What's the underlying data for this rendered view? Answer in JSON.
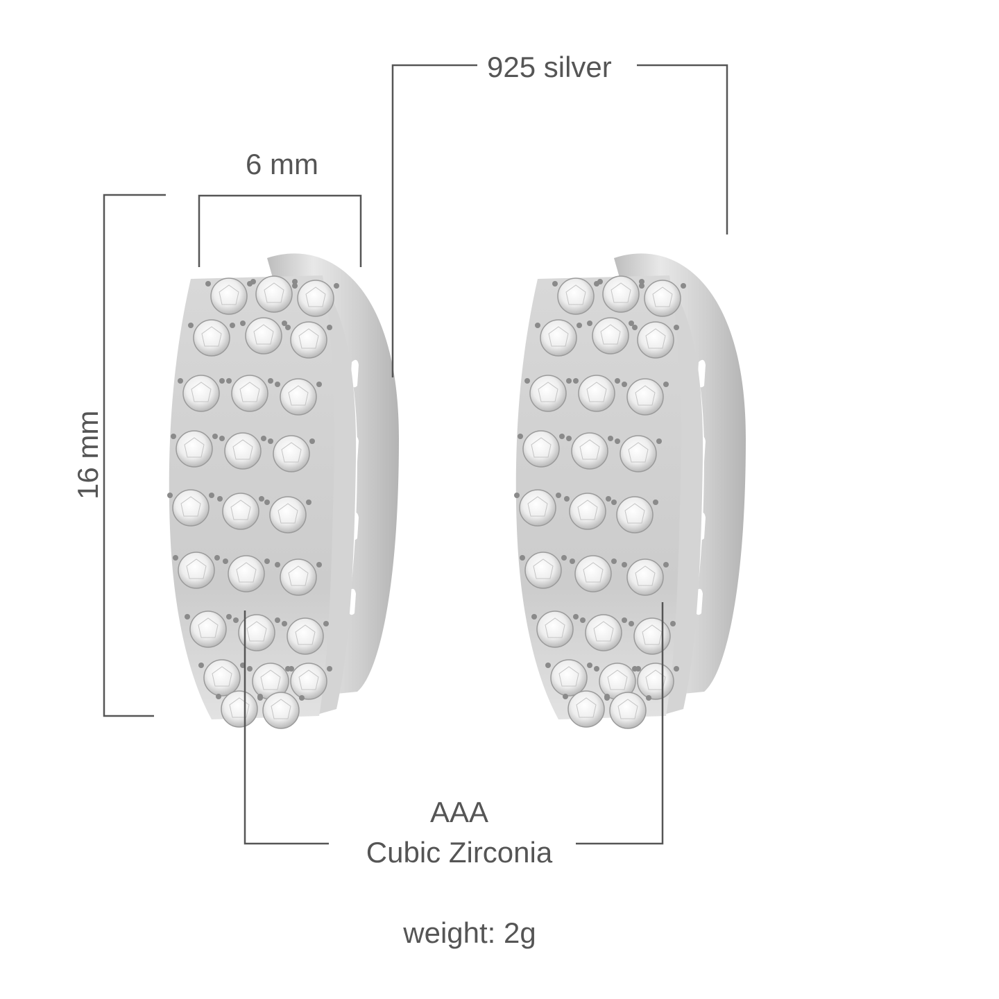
{
  "product": {
    "type": "hoop earrings pair",
    "material_label": "925 silver",
    "width_label": "6 mm",
    "height_label": "16 mm",
    "stone_grade_label": "AAA",
    "stone_type_label": "Cubic Zirconia",
    "weight_label": "weight: 2g"
  },
  "style": {
    "line_color": "#555555",
    "text_color": "#555555",
    "metal_light": "#e4e4e4",
    "metal_mid": "#c8c8c8",
    "metal_dark": "#a8a8a8",
    "stone_color": "#f2f2f2",
    "background": "#ffffff"
  },
  "earrings": [
    {
      "name": "left-earring",
      "stone_rows": 9,
      "stone_cols": 3
    },
    {
      "name": "right-earring",
      "stone_rows": 9,
      "stone_cols": 3
    }
  ]
}
